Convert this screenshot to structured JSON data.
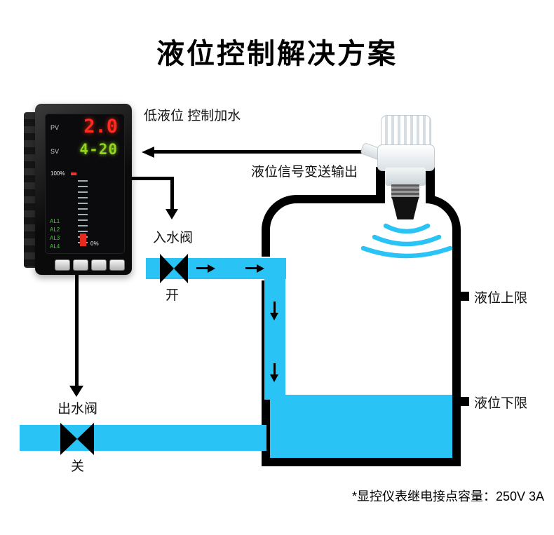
{
  "title": "液位控制解决方案",
  "colors": {
    "pipe_blue": "#29c3f5",
    "pv_red": "#ff2b1e",
    "sv_green": "#93d41d",
    "line_black": "#000000"
  },
  "meter": {
    "pv_label": "PV",
    "pv_value": "2.0",
    "sv_label": "SV",
    "sv_value": "4-20",
    "scale_top": "100%",
    "scale_bottom": "0%",
    "alarm_labels": [
      "AL1",
      "AL2",
      "AL3",
      "AL4"
    ]
  },
  "annotations": {
    "low_level": "低液位 控制加水",
    "signal_out": "液位信号变送输出",
    "inlet_valve": "入水阀",
    "inlet_state": "开",
    "outlet_valve": "出水阀",
    "outlet_state": "关",
    "upper_limit": "液位上限",
    "lower_limit": "液位下限",
    "footer_note": "*显控仪表继电接点容量：250V 3A"
  }
}
